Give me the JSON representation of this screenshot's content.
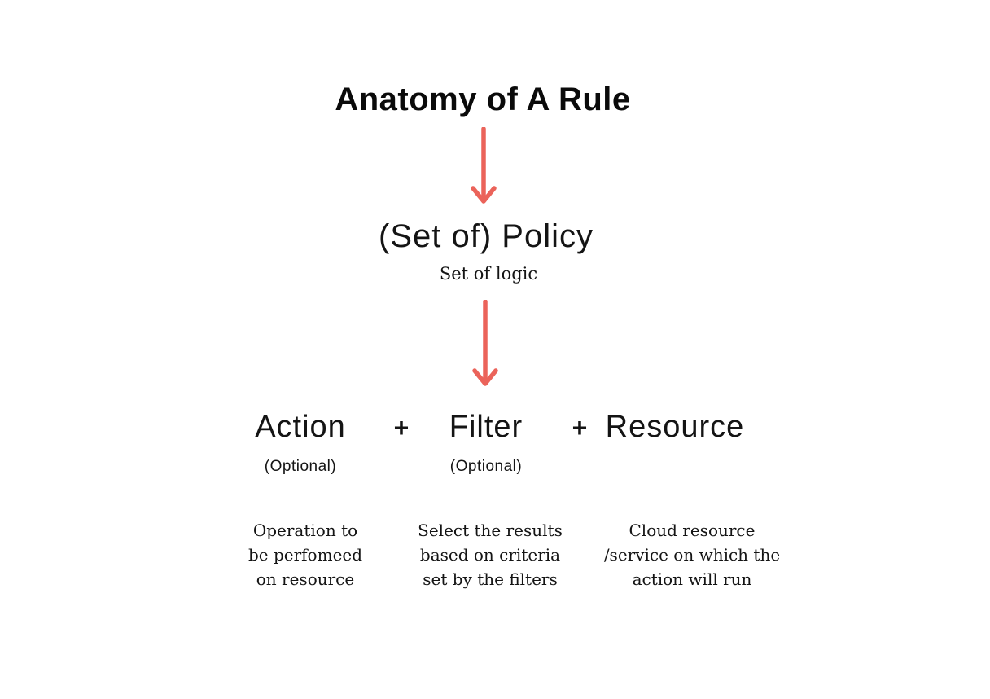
{
  "colors": {
    "arrow": "#EB635A",
    "text": "#0D0D0D",
    "background": "#FFFFFF"
  },
  "title": "Anatomy of A Rule",
  "policy": {
    "label": "(Set of) Policy",
    "sublabel": "Set of logic"
  },
  "row": {
    "action_label": "Action",
    "plus_1": "+",
    "filter_label": "Filter",
    "plus_2": "+",
    "resource_label": "Resource",
    "action_optional": "(Optional)",
    "filter_optional": "(Optional)"
  },
  "descriptions": {
    "action": "Operation to\nbe perfomeed\non resource",
    "filter": "Select the results\nbased on criteria\nset by the filters",
    "resource": "Cloud resource\n/service on which the\naction will run"
  }
}
